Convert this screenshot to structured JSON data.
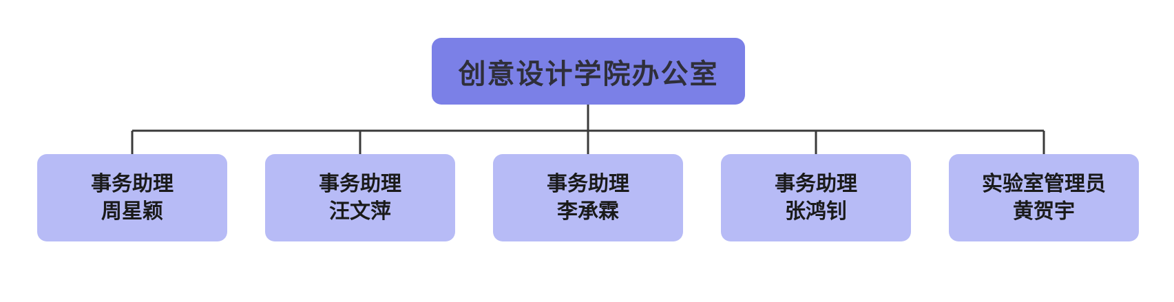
{
  "root": {
    "title": "创意设计学院办公室",
    "color": "#7b80e7"
  },
  "children": [
    {
      "role": "事务助理",
      "person": "周星颖"
    },
    {
      "role": "事务助理",
      "person": "汪文萍"
    },
    {
      "role": "事务助理",
      "person": "李承霖"
    },
    {
      "role": "事务助理",
      "person": "张鸿钊"
    },
    {
      "role": "实验室管理员",
      "person": "黄贺宇"
    }
  ],
  "colors": {
    "child_box": "#b7bbf6",
    "connector": "#3a3a3a",
    "text": "#1a1a1a"
  }
}
